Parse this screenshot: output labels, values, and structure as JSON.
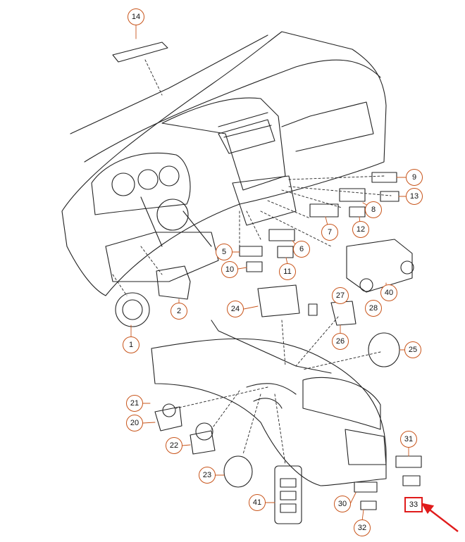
{
  "callouts": [
    "14",
    "9",
    "13",
    "8",
    "12",
    "7",
    "6",
    "5",
    "10",
    "11",
    "40",
    "1",
    "2",
    "24",
    "27",
    "28",
    "26",
    "25",
    "21",
    "20",
    "22",
    "23",
    "41",
    "30",
    "31",
    "32",
    "33"
  ],
  "highlight": {
    "label": "33",
    "color": "#e01b1b"
  },
  "colors": {
    "callout_border": "#c8541a",
    "line": "#222222",
    "arrow": "#e01b1b"
  }
}
